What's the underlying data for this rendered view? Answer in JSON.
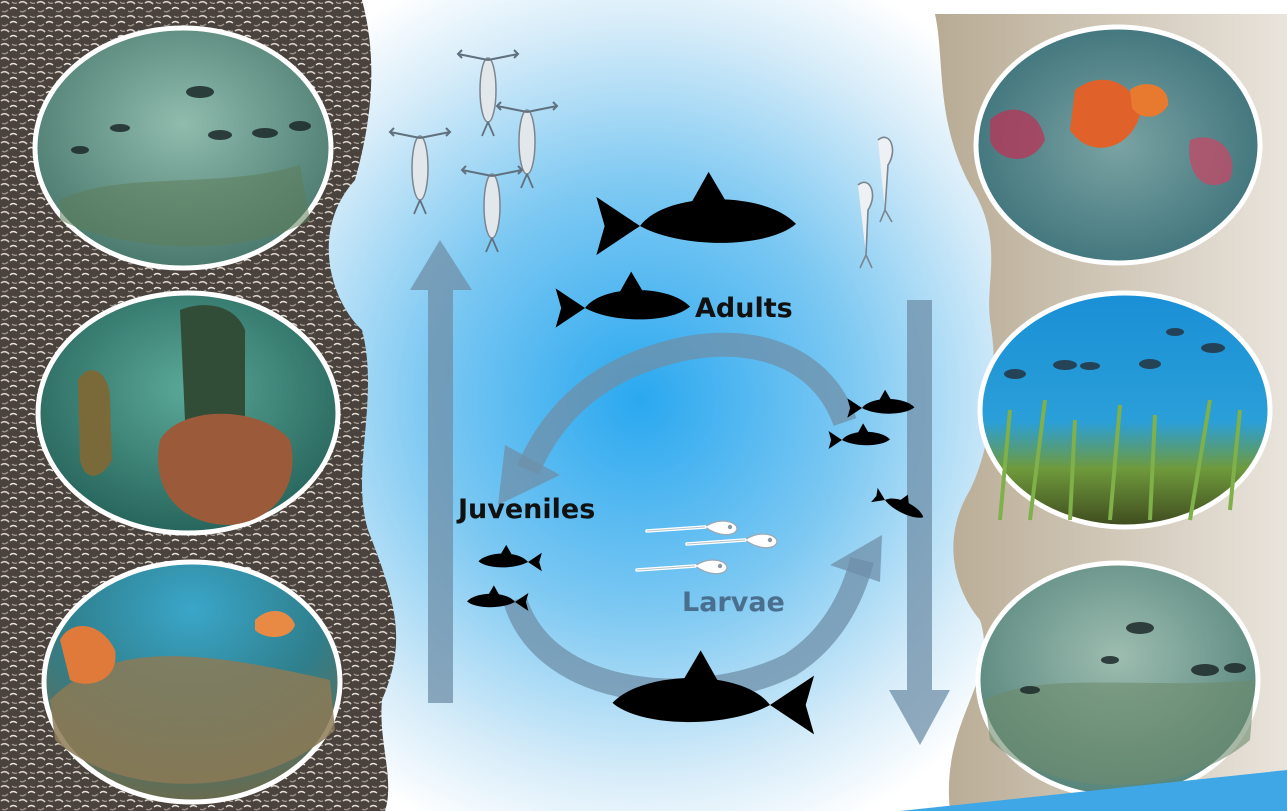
{
  "labels": {
    "adults": "Adults",
    "juveniles": "Juveniles",
    "larvae": "Larvae"
  },
  "colors": {
    "water_center": "#2aa8f0",
    "water_edge": "#ffffff",
    "arrow": "#6f8fa8",
    "fish": "#000000",
    "label_dark": "#111111",
    "label_larvae": "#4a6f8e",
    "rock_left": "#4a423c",
    "rock_right": "#a89c88",
    "accent_stripe": "#3fa7e6"
  },
  "icons": [
    "fish-silhouette-icon",
    "zooplankton-icon",
    "fish-larva-icon",
    "habitat-photo"
  ]
}
